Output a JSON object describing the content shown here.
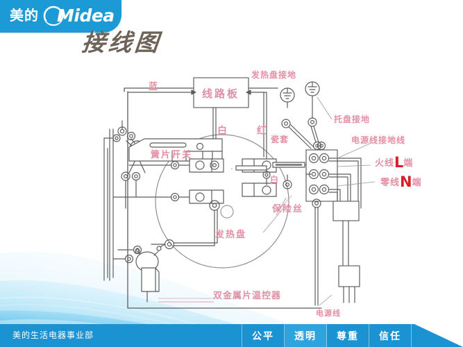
{
  "header": {
    "brand_cn": "美的",
    "brand_en": "Midea",
    "logo_icon": "midea-circle-logo",
    "title": "接线图",
    "banner_color": "#1b9ad6"
  },
  "diagram": {
    "name": "electric-kettle-wiring-diagram",
    "labels": {
      "circuit_board": "线路板",
      "blue_wire": "蓝",
      "white_wire": "白",
      "red_wire": "红",
      "white_wire2": "白",
      "reed_switch": "簧片开关",
      "ceramic_sleeve": "瓷套",
      "fuse": "保险丝",
      "heating_plate": "发热盘",
      "heating_plate_ground": "发热盘接地",
      "tray_ground": "托盘接地",
      "power_ground_wire": "电源线接地线",
      "live_prefix": "火线",
      "live_letter": "L",
      "live_suffix": "端",
      "neutral_prefix": "零线",
      "neutral_letter": "N",
      "neutral_suffix": "端",
      "bimetal_thermostat": "双金属片温控器",
      "power_cord": "电源线"
    },
    "colors": {
      "wire_line": "#5a5a5a",
      "annotation_pink": "#e58fa5",
      "annotation_red": "#d81f26",
      "heating_plate_outline": "#8a8a8a"
    }
  },
  "footer": {
    "org": "美的生活电器事业部",
    "bar_color": "#1b93d3",
    "values": [
      {
        "label": "公平",
        "highlighted": false
      },
      {
        "label": "透明",
        "highlighted": true
      },
      {
        "label": "尊重",
        "highlighted": false
      },
      {
        "label": "信任",
        "highlighted": false
      }
    ]
  }
}
